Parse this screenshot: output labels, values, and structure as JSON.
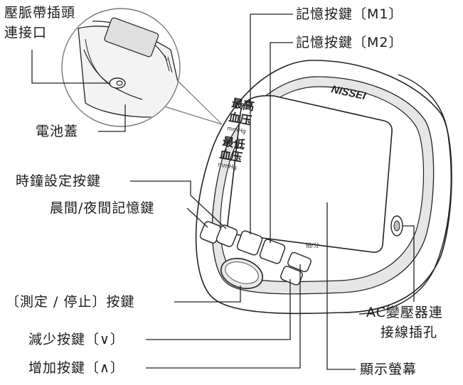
{
  "labels": {
    "cuff_port_line1": "壓脈帶插頭",
    "cuff_port_line2": "連接口",
    "battery_cover": "電池蓋",
    "clock_button": "時鐘設定按鍵",
    "am_pm_memory_button": "晨間/夜間記憶鍵",
    "start_stop_button": "〔測定 / 停止〕按鍵",
    "decrease_button": "減少按鍵〔∨〕",
    "increase_button": "增加按鍵〔∧〕",
    "memory_m1_button": "記憶按鍵〔M1〕",
    "memory_m2_button": "記憶按鍵〔M2〕",
    "ac_adapter_line1": "AC變壓器連",
    "ac_adapter_line2": "接線插孔",
    "display": "顯示螢幕"
  },
  "device": {
    "brand": "NISSEI",
    "systolic_label": "最高血压",
    "diastolic_label": "最低血压",
    "unit": "mmHg",
    "pulse_unit": "拍/分"
  }
}
